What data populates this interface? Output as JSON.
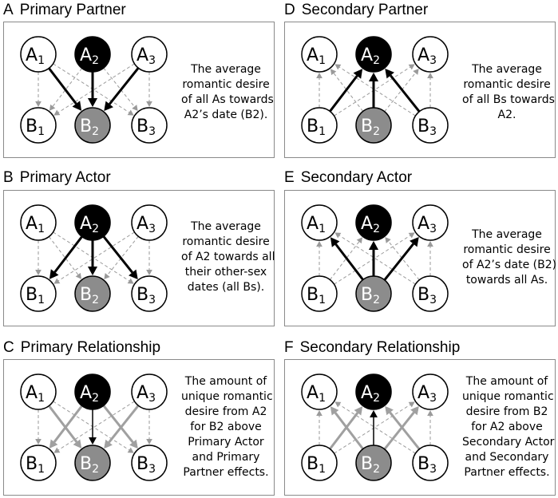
{
  "panels": [
    {
      "id": "A",
      "title": "Primary Partner",
      "lines": [
        "The average",
        "romantic desire",
        "of all As towards",
        "A2’s date (B2)."
      ],
      "arrows": {
        "bold": [
          [
            "A1",
            "B2"
          ],
          [
            "A2",
            "B2"
          ],
          [
            "A3",
            "B2"
          ]
        ],
        "grey": [],
        "dashed": "down"
      }
    },
    {
      "id": "D",
      "title": "Secondary Partner",
      "lines": [
        "The average",
        "romantic desire",
        "of all Bs towards",
        "A2."
      ],
      "arrows": {
        "bold": [
          [
            "B1",
            "A2"
          ],
          [
            "B2",
            "A2"
          ],
          [
            "B3",
            "A2"
          ]
        ],
        "grey": [],
        "dashed": "up"
      }
    },
    {
      "id": "B",
      "title": "Primary Actor",
      "lines": [
        "The average",
        "romantic desire",
        "of A2 towards all",
        "their other-sex",
        "dates (all Bs)."
      ],
      "arrows": {
        "bold": [
          [
            "A2",
            "B1"
          ],
          [
            "A2",
            "B2"
          ],
          [
            "A2",
            "B3"
          ]
        ],
        "grey": [],
        "dashed": "down"
      }
    },
    {
      "id": "E",
      "title": "Secondary Actor",
      "lines": [
        "The average",
        "romantic desire",
        "of A2’s date (B2)",
        "towards all As."
      ],
      "arrows": {
        "bold": [
          [
            "B2",
            "A1"
          ],
          [
            "B2",
            "A2"
          ],
          [
            "B2",
            "A3"
          ]
        ],
        "grey": [],
        "dashed": "up"
      }
    },
    {
      "id": "C",
      "title": "Primary Relationship",
      "lines": [
        "The amount of",
        "unique romantic",
        "desire from A2",
        "for B2 above",
        "Primary Actor",
        "and Primary",
        "Partner effects."
      ],
      "arrows": {
        "bold": [],
        "thin": [
          [
            "A2",
            "B2"
          ]
        ],
        "grey": [
          [
            "A1",
            "B2"
          ],
          [
            "A3",
            "B2"
          ],
          [
            "A2",
            "B1"
          ],
          [
            "A2",
            "B3"
          ]
        ],
        "dashed": "down"
      }
    },
    {
      "id": "F",
      "title": "Secondary Relationship",
      "lines": [
        "The amount of",
        "unique romantic",
        "desire from B2",
        "for A2 above",
        "Secondary Actor",
        "and Secondary",
        "Partner effects."
      ],
      "arrows": {
        "bold": [],
        "thin": [
          [
            "B2",
            "A2"
          ]
        ],
        "grey": [
          [
            "B1",
            "A2"
          ],
          [
            "B3",
            "A2"
          ],
          [
            "B2",
            "A1"
          ],
          [
            "B2",
            "A3"
          ]
        ],
        "dashed": "up"
      }
    }
  ],
  "nodes": {
    "top": [
      {
        "id": "A1",
        "letter": "A",
        "sub": "1"
      },
      {
        "id": "A2",
        "letter": "A",
        "sub": "2"
      },
      {
        "id": "A3",
        "letter": "A",
        "sub": "3"
      }
    ],
    "bottom": [
      {
        "id": "B1",
        "letter": "B",
        "sub": "1"
      },
      {
        "id": "B2",
        "letter": "B",
        "sub": "2"
      },
      {
        "id": "B3",
        "letter": "B",
        "sub": "3"
      }
    ]
  },
  "colors": {
    "a2_fill": "#000000",
    "b2_fill": "#8c8c8c",
    "node_fill": "#ffffff",
    "grey_arrow": "#a0a0a0",
    "dashed": "#9a9a9a"
  }
}
